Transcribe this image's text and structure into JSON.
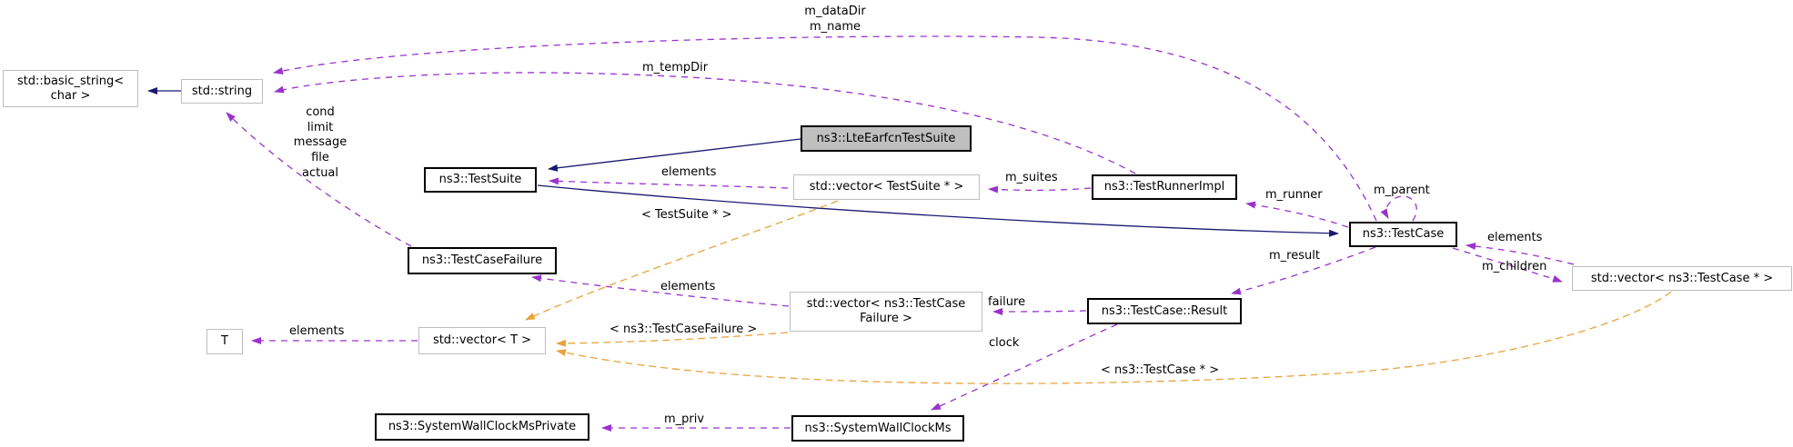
{
  "diagram": {
    "kind": "collaboration-graph",
    "highlighted_node": "ns3::LteEarfcnTestSuite",
    "colors": {
      "inheritance_edge": "#191970",
      "usage_edge": "#9a32cd",
      "template_edge": "#e8a33d",
      "documented_node_border": "#000000",
      "external_node_border": "#bebebe",
      "highlight_fill": "#bfbfbf",
      "background": "#ffffff"
    },
    "nodes": [
      {
        "id": "basic-string",
        "label": "std::basic_string<",
        "label2": "char >"
      },
      {
        "id": "std-string",
        "label": "std::string"
      },
      {
        "id": "test-suite",
        "label": "ns3::TestSuite"
      },
      {
        "id": "lte-earfcn-test-suite",
        "label": "ns3::LteEarfcnTestSuite"
      },
      {
        "id": "vector-testsuite-ptr",
        "label": "std::vector< TestSuite * >"
      },
      {
        "id": "test-runner-impl",
        "label": "ns3::TestRunnerImpl"
      },
      {
        "id": "test-case",
        "label": "ns3::TestCase"
      },
      {
        "id": "vector-testcase-ptr",
        "label": "std::vector< ns3::TestCase * >"
      },
      {
        "id": "test-case-failure",
        "label": "ns3::TestCaseFailure"
      },
      {
        "id": "vector-testcasefailure",
        "label": "std::vector< ns3::TestCase",
        "label2": "Failure >"
      },
      {
        "id": "test-case-result",
        "label": "ns3::TestCase::Result"
      },
      {
        "id": "T",
        "label": "T"
      },
      {
        "id": "vector-T",
        "label": "std::vector< T >"
      },
      {
        "id": "system-wall-clock-ms-private",
        "label": "ns3::SystemWallClockMsPrivate"
      },
      {
        "id": "system-wall-clock-ms",
        "label": "ns3::SystemWallClockMs"
      }
    ],
    "edge_labels": [
      {
        "id": "m-datadir-m-name",
        "text": "m_dataDir\nm_name"
      },
      {
        "id": "m-tempdir",
        "text": "m_tempDir"
      },
      {
        "id": "failure-fields",
        "text": "cond\nlimit\nmessage\nfile\nactual"
      },
      {
        "id": "elements-testsuite",
        "text": "elements"
      },
      {
        "id": "m-suites",
        "text": "m_suites"
      },
      {
        "id": "m-runner",
        "text": "m_runner"
      },
      {
        "id": "m-parent",
        "text": "m_parent"
      },
      {
        "id": "tpl-testsuite-ptr",
        "text": "< TestSuite * >"
      },
      {
        "id": "elements-testcase",
        "text": "elements"
      },
      {
        "id": "m-children",
        "text": "m_children"
      },
      {
        "id": "m-result",
        "text": "m_result"
      },
      {
        "id": "elements-testcasefailure",
        "text": "elements"
      },
      {
        "id": "failure",
        "text": "failure"
      },
      {
        "id": "tpl-testcasefailure",
        "text": "< ns3::TestCaseFailure >"
      },
      {
        "id": "elements-T",
        "text": "elements"
      },
      {
        "id": "clock",
        "text": "clock"
      },
      {
        "id": "tpl-testcase-ptr",
        "text": "< ns3::TestCase * >"
      },
      {
        "id": "m-priv",
        "text": "m_priv"
      }
    ],
    "edges": [
      {
        "from": "std::string",
        "to": "std::basic_string< char >",
        "type": "inheritance"
      },
      {
        "from": "ns3::LteEarfcnTestSuite",
        "to": "ns3::TestSuite",
        "type": "inheritance"
      },
      {
        "from": "ns3::TestSuite",
        "to": "ns3::TestCase",
        "type": "inheritance"
      },
      {
        "from": "ns3::TestCase",
        "to": "std::string",
        "type": "usage",
        "label": "m_dataDir\nm_name"
      },
      {
        "from": "ns3::TestRunnerImpl",
        "to": "std::string",
        "type": "usage",
        "label": "m_tempDir"
      },
      {
        "from": "ns3::TestCaseFailure",
        "to": "std::string",
        "type": "usage",
        "label": "cond\nlimit\nmessage\nfile\nactual"
      },
      {
        "from": "std::vector< TestSuite * >",
        "to": "ns3::TestSuite",
        "type": "usage",
        "label": "elements"
      },
      {
        "from": "ns3::TestRunnerImpl",
        "to": "std::vector< TestSuite * >",
        "type": "usage",
        "label": "m_suites"
      },
      {
        "from": "ns3::TestCase",
        "to": "ns3::TestRunnerImpl",
        "type": "usage",
        "label": "m_runner"
      },
      {
        "from": "ns3::TestCase",
        "to": "ns3::TestCase",
        "type": "usage",
        "label": "m_parent"
      },
      {
        "from": "std::vector< ns3::TestCase * >",
        "to": "ns3::TestCase",
        "type": "usage",
        "label": "elements"
      },
      {
        "from": "ns3::TestCase",
        "to": "std::vector< ns3::TestCase * >",
        "type": "usage",
        "label": "m_children"
      },
      {
        "from": "ns3::TestCase",
        "to": "ns3::TestCase::Result",
        "type": "usage",
        "label": "m_result"
      },
      {
        "from": "ns3::TestCase::Result",
        "to": "std::vector< ns3::TestCaseFailure >",
        "type": "usage",
        "label": "failure"
      },
      {
        "from": "std::vector< ns3::TestCaseFailure >",
        "to": "ns3::TestCaseFailure",
        "type": "usage",
        "label": "elements"
      },
      {
        "from": "ns3::TestCase::Result",
        "to": "ns3::SystemWallClockMs",
        "type": "usage",
        "label": "clock"
      },
      {
        "from": "ns3::SystemWallClockMs",
        "to": "ns3::SystemWallClockMsPrivate",
        "type": "usage",
        "label": "m_priv"
      },
      {
        "from": "std::vector< T >",
        "to": "T",
        "type": "usage",
        "label": "elements"
      },
      {
        "from": "std::vector< TestSuite * >",
        "to": "std::vector< T >",
        "type": "template",
        "label": "< TestSuite * >"
      },
      {
        "from": "std::vector< ns3::TestCaseFailure >",
        "to": "std::vector< T >",
        "type": "template",
        "label": "< ns3::TestCaseFailure >"
      },
      {
        "from": "std::vector< ns3::TestCase * >",
        "to": "std::vector< T >",
        "type": "template",
        "label": "< ns3::TestCase * >"
      }
    ]
  }
}
